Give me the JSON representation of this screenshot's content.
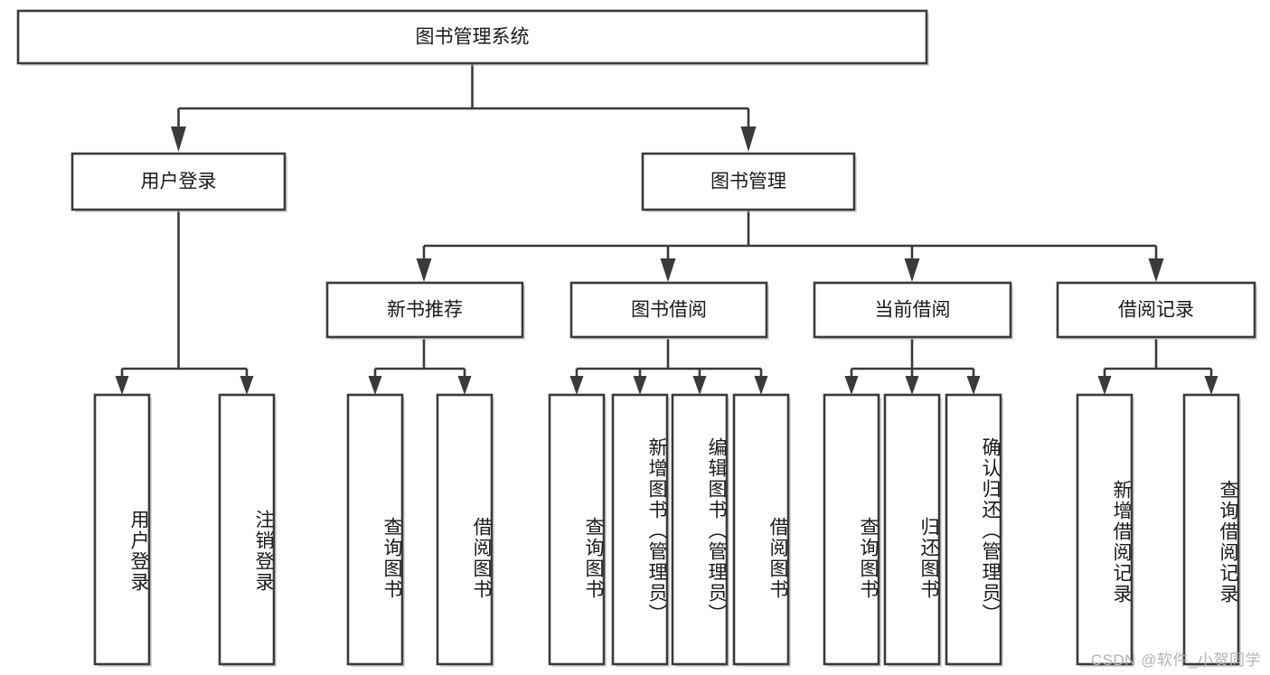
{
  "diagram": {
    "type": "tree-hierarchy-chart",
    "title": "图书管理系统",
    "watermark": "CSDN @软件_小贺同学",
    "colors": {
      "box_fill": "#ffffff",
      "box_stroke": "#3a3a3a",
      "connector": "#3a3a3a",
      "text": "#1a1a1a",
      "watermark": "#b3b3b3",
      "background": "#ffffff"
    },
    "root": {
      "label": "图书管理系统"
    },
    "level2": [
      {
        "label": "用户登录"
      },
      {
        "label": "图书管理"
      }
    ],
    "level3": [
      {
        "label": "新书推荐"
      },
      {
        "label": "图书借阅"
      },
      {
        "label": "当前借阅"
      },
      {
        "label": "借阅记录"
      }
    ],
    "leaves": {
      "user_login": [
        {
          "label": "用户登录"
        },
        {
          "label": "注销登录"
        }
      ],
      "new_book_recommend": [
        {
          "label": "查询图书"
        },
        {
          "label": "借阅图书"
        }
      ],
      "book_borrow": [
        {
          "label": "查询图书"
        },
        {
          "label": "新增图书（管理员）"
        },
        {
          "label": "编辑图书（管理员）"
        },
        {
          "label": "借阅图书"
        }
      ],
      "current_borrow": [
        {
          "label": "查询图书"
        },
        {
          "label": "归还图书"
        },
        {
          "label": "确认归还（管理员）"
        }
      ],
      "borrow_record": [
        {
          "label": "新增借阅记录"
        },
        {
          "label": "查询借阅记录"
        }
      ]
    }
  }
}
